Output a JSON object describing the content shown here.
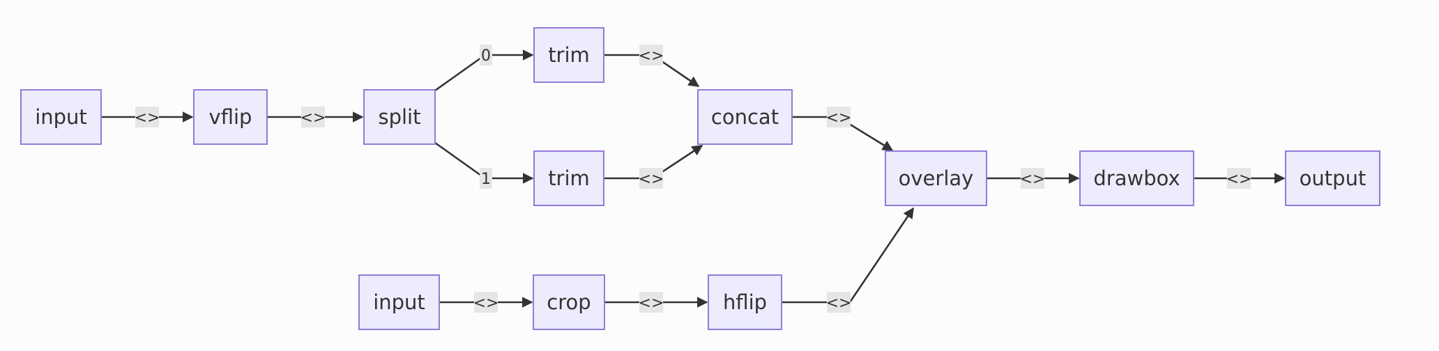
{
  "nodes": {
    "input1": {
      "label": "input"
    },
    "vflip": {
      "label": "vflip"
    },
    "split": {
      "label": "split"
    },
    "trim1": {
      "label": "trim"
    },
    "trim2": {
      "label": "trim"
    },
    "concat": {
      "label": "concat"
    },
    "input2": {
      "label": "input"
    },
    "crop": {
      "label": "crop"
    },
    "hflip": {
      "label": "hflip"
    },
    "overlay": {
      "label": "overlay"
    },
    "drawbox": {
      "label": "drawbox"
    },
    "output": {
      "label": "output"
    }
  },
  "edges": {
    "input1_vflip": {
      "label": "<>"
    },
    "vflip_split": {
      "label": "<>"
    },
    "split_trim1": {
      "label": "0"
    },
    "split_trim2": {
      "label": "1"
    },
    "trim1_concat": {
      "label": "<>"
    },
    "trim2_concat": {
      "label": "<>"
    },
    "concat_overlay": {
      "label": "<>"
    },
    "input2_crop": {
      "label": "<>"
    },
    "crop_hflip": {
      "label": "<>"
    },
    "hflip_overlay": {
      "label": "<>"
    },
    "overlay_drawbox": {
      "label": "<>"
    },
    "drawbox_output": {
      "label": "<>"
    }
  }
}
